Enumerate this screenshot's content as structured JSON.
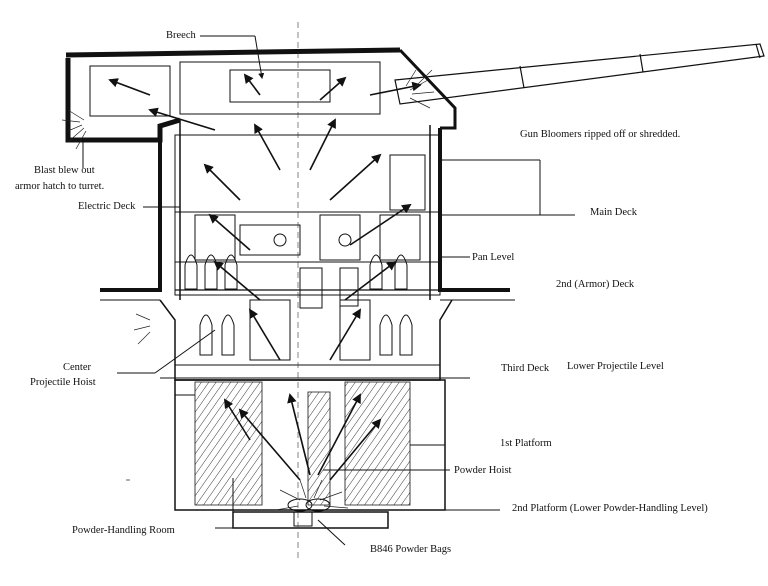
{
  "labels": {
    "breech": "Breech",
    "gun_bloomers": "Gun Bloomers ripped off or shredded.",
    "blast_line1": "Blast blew out",
    "blast_line2": "armor hatch to turret.",
    "electric_deck": "Electric Deck",
    "main_deck": "Main Deck",
    "pan_level": "Pan Level",
    "armor_deck": "2nd (Armor) Deck",
    "center_line1": "Center",
    "center_line2": "Projectile Hoist",
    "third_deck": "Third Deck",
    "lower_projectile": "Lower Projectile Level",
    "first_platform": "1st Platform",
    "powder_hoist": "Powder Hoist",
    "second_platform": "2nd Platform (Lower Powder-Handling Level)",
    "powder_room": "Powder-Handling Room",
    "b846": "B846 Powder Bags"
  },
  "colors": {
    "ink": "#111111",
    "paper": "#ffffff"
  }
}
